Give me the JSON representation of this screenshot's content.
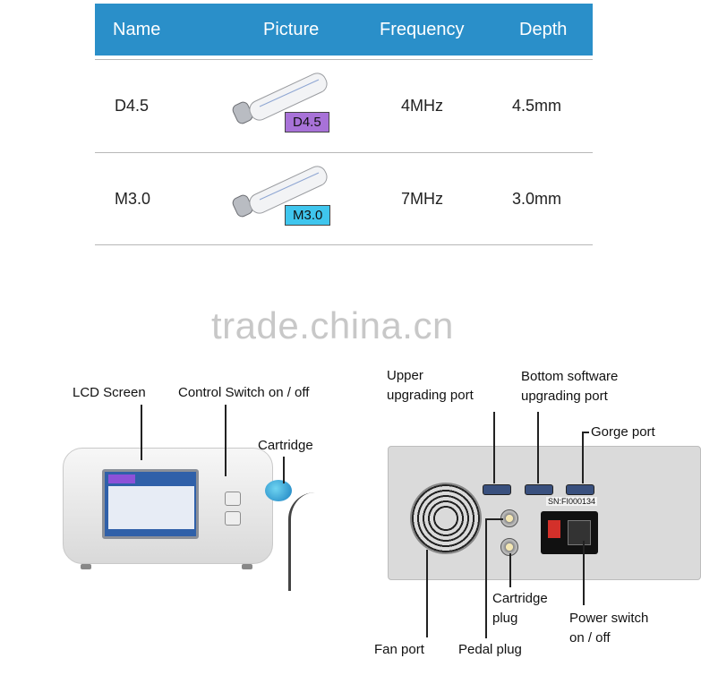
{
  "table": {
    "headers": [
      "Name",
      "Picture",
      "Frequency",
      "Depth"
    ],
    "rows": [
      {
        "name": "D4.5",
        "tag": "D4.5",
        "frequency": "4MHz",
        "depth": "4.5mm"
      },
      {
        "name": "M3.0",
        "tag": "M3.0",
        "frequency": "7MHz",
        "depth": "3.0mm"
      }
    ],
    "colors": {
      "header_bg": "#2a8fc9",
      "tag_d45": "#a872d8",
      "tag_m30": "#3fc6ee"
    }
  },
  "watermark": "trade.china.cn",
  "front_labels": {
    "lcd_screen": "LCD  Screen",
    "control_switch": "Control Switch  on / off",
    "cartridge": "Cartridge"
  },
  "back_labels": {
    "upper_port_l1": "Upper",
    "upper_port_l2": "upgrading  port",
    "bottom_port_l1": "Bottom software",
    "bottom_port_l2": "upgrading port",
    "gorge_port": "Gorge port",
    "cartridge_plug_l1": "Cartridge",
    "cartridge_plug_l2": "plug",
    "power_switch_l1": "Power switch",
    "power_switch_l2": "on / off",
    "fan_port": "Fan port",
    "pedal_plug": "Pedal plug",
    "serial": "SN:FI000134"
  }
}
